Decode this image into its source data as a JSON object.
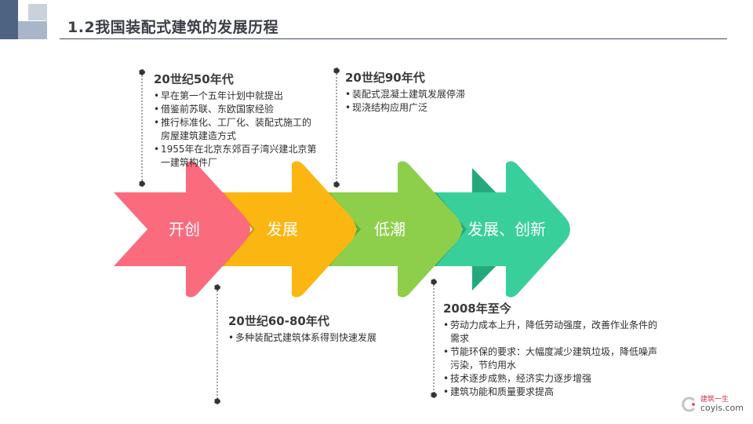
{
  "slide": {
    "title": "1.2我国装配式建筑的发展历程"
  },
  "arrows": [
    {
      "label": "开创",
      "color": "#fb6b7e",
      "shadow": "#d94a5e"
    },
    {
      "label": "发展",
      "color": "#fbb612",
      "shadow": "#d69408"
    },
    {
      "label": "低潮",
      "color": "#8dcf4b",
      "shadow": "#6aa932"
    },
    {
      "label": "发展、创新",
      "color": "#39cf9b",
      "shadow": "#25a97b"
    }
  ],
  "eras": [
    {
      "title": "20世纪50年代",
      "items": [
        "早在第一个五年计划中就提出",
        "借鉴前苏联、东欧国家经验",
        "推行标准化、工厂化、装配式施工的房屋建筑建造方式",
        "1955年在北京东郊百子湾兴建北京第一建筑构件厂"
      ]
    },
    {
      "title": "20世纪60-80年代",
      "items": [
        "多种装配式建筑体系得到快速发展"
      ]
    },
    {
      "title": "20世纪90年代",
      "items": [
        "装配式混凝土建筑发展停滞",
        "现浇结构应用广泛"
      ]
    },
    {
      "title": "2008年至今",
      "items": [
        "劳动力成本上升，降低劳动强度，改善作业条件的需求",
        "节能环保的要求：大幅度减少建筑垃圾，降低噪声污染，节约用水",
        "技术逐步成熟，经济实力逐步增强",
        "建筑功能和质量要求提高"
      ]
    }
  ],
  "watermark": {
    "line1": "建筑一生",
    "line2": "coyis.com"
  },
  "colors": {
    "deco_dark": "#4e6282",
    "deco_light": "#c9d1dd",
    "connector": "#4a4a4a"
  }
}
